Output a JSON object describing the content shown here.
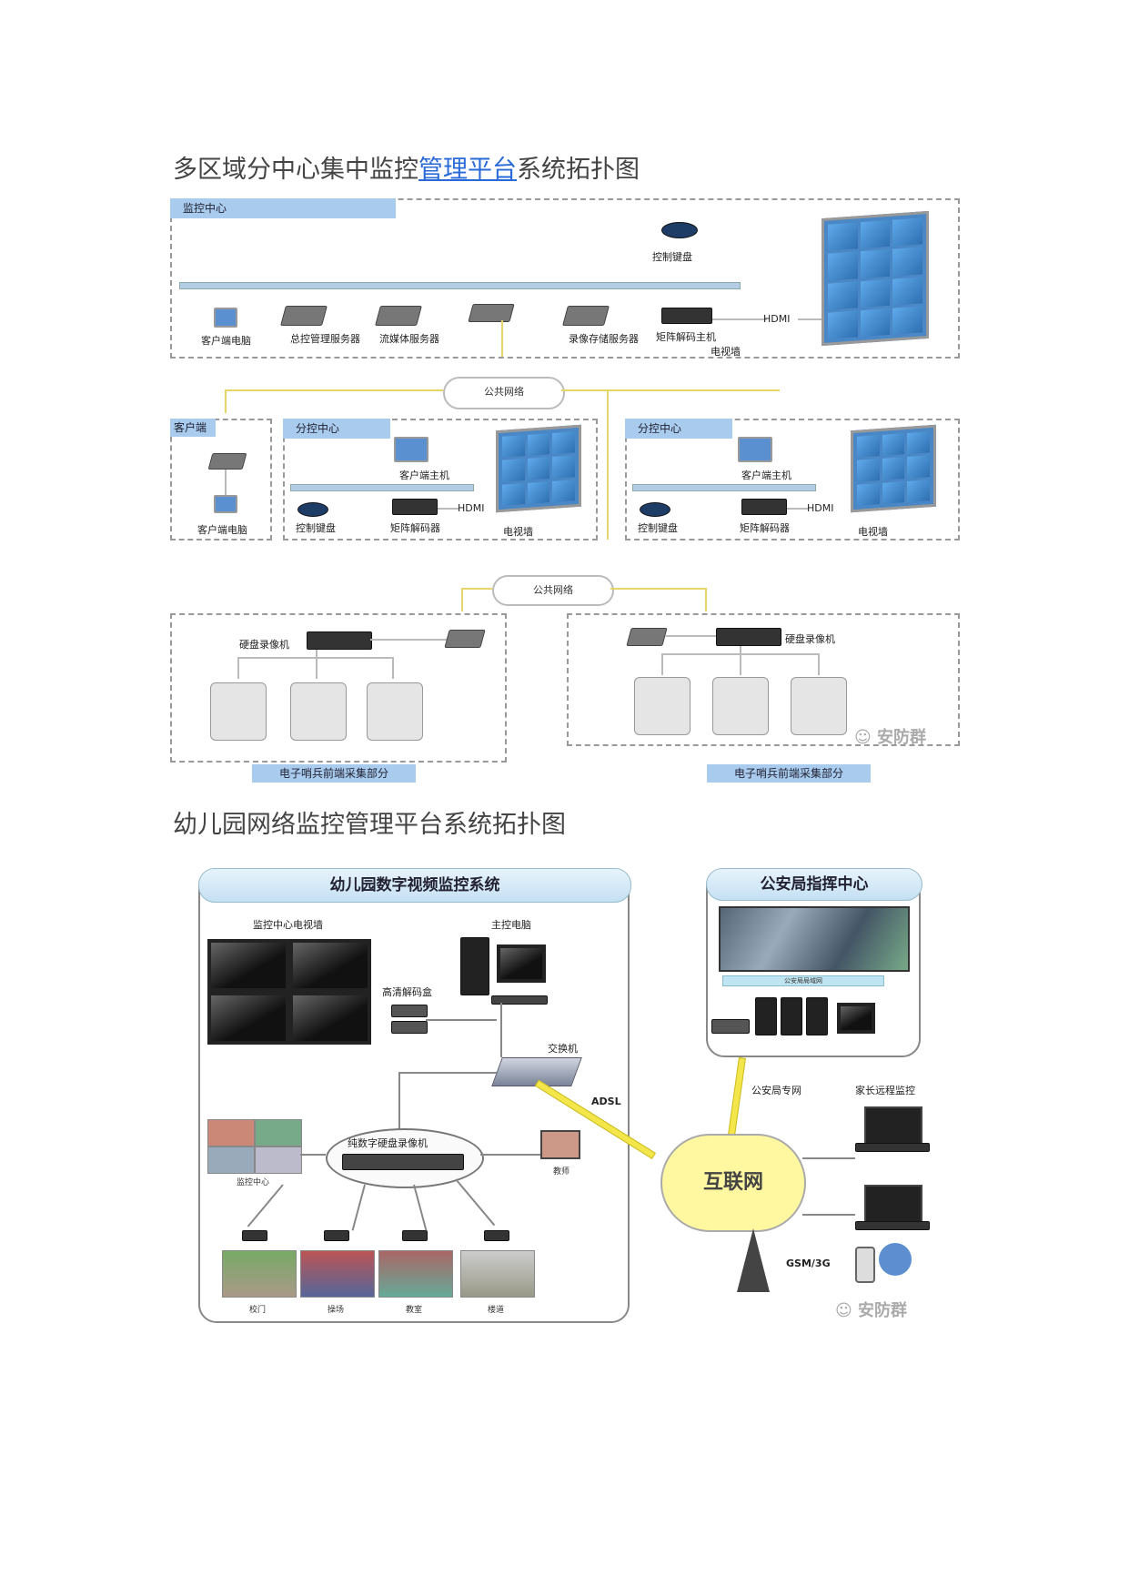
{
  "heading1": {
    "pre": "多区域分中心集中监控",
    "link": "管理平台",
    "post": "系统拓扑图"
  },
  "heading2": "幼儿园网络监控管理平台系统拓扑图",
  "d1": {
    "center_tab": "监控中心",
    "keyboard": "控制键盘",
    "client_pc": "客户端电脑",
    "mgmt_server": "总控管理服务器",
    "stream_server": "流媒体服务器",
    "storage_server": "录像存储服务器",
    "matrix_host": "矩阵解码主机",
    "video_wall": "电视墙",
    "hdmi": "HDMI",
    "public_net": "公共网络",
    "client_tab": "客户端",
    "client_pc2": "客户端电脑",
    "sub_tab": "分控中心",
    "client_host": "客户端主机",
    "ctrl_keyboard": "控制键盘",
    "matrix_decoder": "矩阵解码器",
    "dvr": "硬盘录像机",
    "front_end": "电子哨兵前端采集部分",
    "watermark": "安防群"
  },
  "d2": {
    "system_title": "幼儿园数字视频监控系统",
    "police_title": "公安局指挥中心",
    "tv_wall": "监控中心电视墙",
    "main_pc": "主控电脑",
    "hd_decoder": "高清解码盒",
    "switch": "交换机",
    "nvr": "纯数字硬盘录像机",
    "police_net": "公安局局域网",
    "police_private": "公安局专网",
    "adsl": "ADSL",
    "internet": "互联网",
    "parent": "家长远程监控",
    "gsm": "GSM/3G",
    "monitor_center": "监控中心",
    "teacher": "教师",
    "gate": "校门",
    "playground": "操场",
    "classroom": "教室",
    "corridor": "楼道",
    "watermark": "安防群"
  }
}
